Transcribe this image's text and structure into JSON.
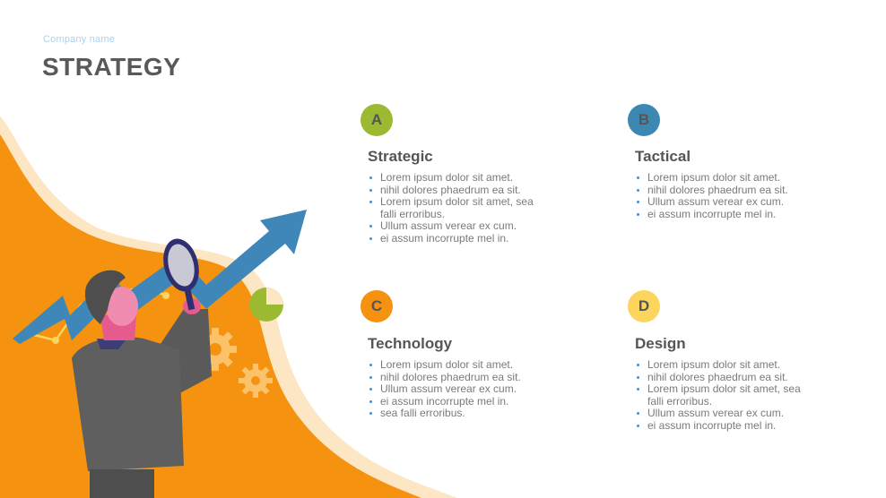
{
  "header": {
    "company_name": "Company name",
    "title": "STRATEGY"
  },
  "colors": {
    "orange": "#f5920f",
    "cream": "#fde6c3",
    "arrow_blue": "#3f87b8",
    "badge_a": "#9cb932",
    "badge_b": "#3d87b3",
    "badge_c": "#f5920f",
    "badge_d": "#fbd55e"
  },
  "blocks": [
    {
      "letter": "A",
      "title": "Strategic",
      "items": [
        "Lorem ipsum dolor sit amet.",
        "nihil dolores phaedrum ea sit.",
        "Lorem ipsum dolor sit amet, sea falli erroribus.",
        "Ullum assum verear ex cum.",
        "ei assum incorrupte mel in."
      ]
    },
    {
      "letter": "B",
      "title": "Tactical",
      "items": [
        "Lorem ipsum dolor sit amet.",
        "nihil dolores phaedrum ea sit.",
        "Ullum assum verear ex cum.",
        "ei assum incorrupte mel in."
      ]
    },
    {
      "letter": "C",
      "title": "Technology",
      "items": [
        "Lorem ipsum dolor sit amet.",
        "nihil dolores phaedrum ea sit.",
        "Ullum assum verear ex cum.",
        "ei assum incorrupte mel in.",
        "sea falli erroribus."
      ]
    },
    {
      "letter": "D",
      "title": "Design",
      "items": [
        "Lorem ipsum dolor sit amet.",
        "nihil dolores phaedrum ea sit.",
        "Lorem ipsum dolor sit amet, sea falli erroribus.",
        "Ullum assum verear ex cum.",
        "ei assum incorrupte mel in."
      ]
    }
  ],
  "illustration": {
    "icons": [
      "magnifier-icon",
      "gear-icon",
      "pie-chart-icon",
      "trend-arrow-icon"
    ]
  }
}
